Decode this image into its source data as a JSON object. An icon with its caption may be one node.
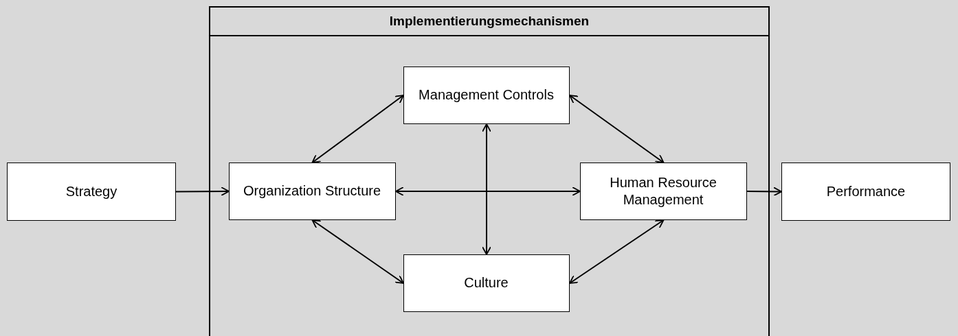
{
  "diagram": {
    "nodes": [
      {
        "text": [
          "Strategy"
        ]
      },
      {
        "text": [
          "Implementierungsmechanismen"
        ]
      },
      {
        "text": [
          "Management Controls"
        ],
        "in": 1
      },
      {
        "text": [
          "Organization Structure"
        ],
        "in": 1
      },
      {
        "text": [
          "Human Resource Management"
        ],
        "in": 1
      },
      {
        "text": [
          "Culture"
        ],
        "in": 1
      },
      {
        "text": [
          "Performance"
        ]
      }
    ],
    "edges": [
      {
        "from": 0,
        "to": 3,
        "arrow": "to"
      },
      {
        "from": 3,
        "to": 2,
        "arrow": "both"
      },
      {
        "from": 2,
        "to": 4,
        "arrow": "both"
      },
      {
        "from": 3,
        "to": 4,
        "arrow": "both"
      },
      {
        "from": 2,
        "to": 5,
        "arrow": "both"
      },
      {
        "from": 3,
        "to": 5,
        "arrow": "both"
      },
      {
        "from": 5,
        "to": 4,
        "arrow": "both"
      },
      {
        "from": 4,
        "to": 6,
        "arrow": "to"
      }
    ]
  }
}
